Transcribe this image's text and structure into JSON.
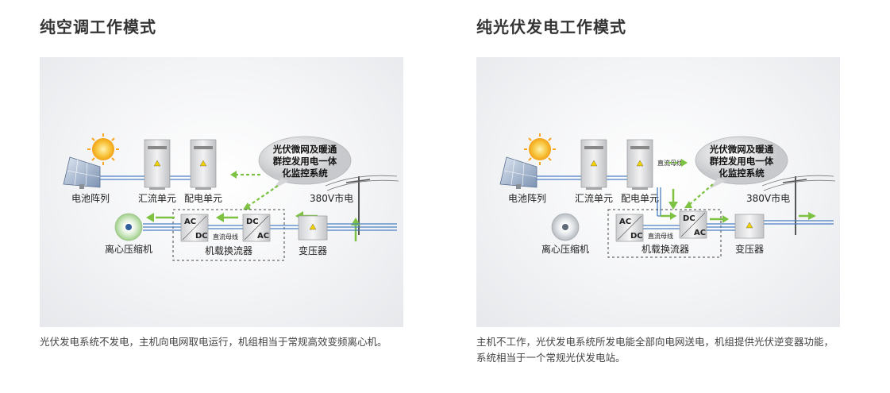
{
  "left": {
    "title": "纯空调工作模式",
    "labels": {
      "panel": "电池阵列",
      "combiner": "汇流单元",
      "distribution": "配电单元",
      "grid": "380V市电",
      "compressor": "离心压缩机",
      "converter": "机载换流器",
      "transformer": "变压器",
      "dc_bus": "直流母线",
      "ac": "AC",
      "dc": "DC"
    },
    "bubble": [
      "光伏微网及暖通",
      "群控发用电一体",
      "化监控系统"
    ],
    "description": " 光伏发电系统不发电，主机向电网取电运行，机组相当于常规高效变频离心机。"
  },
  "right": {
    "title": "纯光伏发电工作模式",
    "labels": {
      "panel": "电池阵列",
      "combiner": "汇流单元",
      "distribution": "配电单元",
      "grid": "380V市电",
      "compressor": "离心压缩机",
      "converter": "机载换流器",
      "transformer": "变压器",
      "dc_bus_top": "直流母线",
      "dc_bus": "直流母线",
      "ac": "AC",
      "dc": "DC"
    },
    "bubble": [
      "光伏微网及暖通",
      "群控发用电一体",
      "化监控系统"
    ],
    "description": "主机不工作，光伏发电系统所发电能全部向电网送电，机组提供光伏逆变器功能，系统相当于一个常规光伏发电站。"
  },
  "colors": {
    "arrow_green": "#7dc242",
    "wire_blue": "#4a7fc1",
    "cabinet_gray": "#d9dadc",
    "sun_orange": "#f6a623"
  }
}
